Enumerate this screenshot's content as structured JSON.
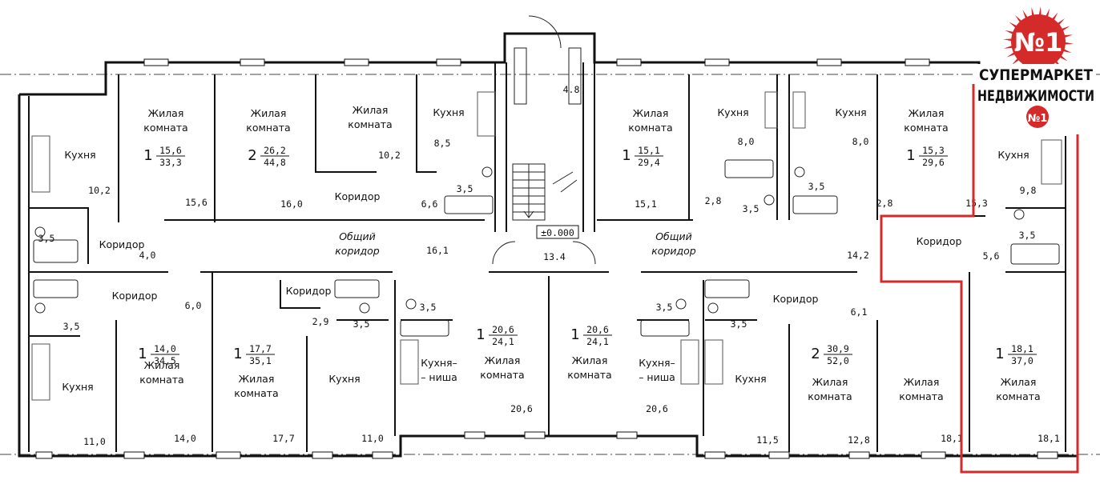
{
  "colors": {
    "wall": "#111111",
    "line": "#333333",
    "highlight": "#d42a2a",
    "logo_red": "#d42a2a"
  },
  "logo": {
    "badge": "№1",
    "line1": "СУПЕРМАРКЕТ",
    "line2": "НЕДВИЖИМОСТИ",
    "small_badge": "№1"
  },
  "level_mark": "±0.000",
  "stair_area": "4.8",
  "hall_area": "13.4",
  "labels": {
    "living": "Жилая",
    "room": "комната",
    "kitchen": "Кухня",
    "corridor": "Коридор",
    "common1": "Общий",
    "common2": "коридор",
    "niche1": "Кухня–",
    "niche2": "– ниша"
  },
  "apartments": [
    {
      "rooms": "1",
      "a": "15,6",
      "b": "33,3"
    },
    {
      "rooms": "2",
      "a": "26,2",
      "b": "44,8"
    },
    {
      "rooms": "1",
      "a": "15,1",
      "b": "29,4"
    },
    {
      "rooms": "1",
      "a": "15,3",
      "b": "29,6"
    },
    {
      "rooms": "1",
      "a": "14,0",
      "b": "34,5"
    },
    {
      "rooms": "1",
      "a": "17,7",
      "b": "35,1"
    },
    {
      "rooms": "1",
      "a": "20,6",
      "b": "24,1"
    },
    {
      "rooms": "1",
      "a": "20,6",
      "b": "24,1"
    },
    {
      "rooms": "2",
      "a": "30,9",
      "b": "52,0"
    },
    {
      "rooms": "1",
      "a": "18,1",
      "b": "37,0"
    }
  ],
  "areas": [
    "10,2",
    "15,6",
    "16,0",
    "10,2",
    "8,5",
    "6,6",
    "3,5",
    "3,5",
    "4,0",
    "15,1",
    "8,0",
    "8,0",
    "2,8",
    "3,5",
    "3,5",
    "2,8",
    "15,3",
    "9,8",
    "3,5",
    "5,6",
    "14,2",
    "16,1",
    "6,0",
    "2,9",
    "3,5",
    "3,5",
    "3,5",
    "11,0",
    "14,0",
    "17,7",
    "11,0",
    "20,6",
    "3,5",
    "3,5",
    "20,6",
    "6,1",
    "11,5",
    "12,8",
    "18,1",
    "18,1"
  ]
}
